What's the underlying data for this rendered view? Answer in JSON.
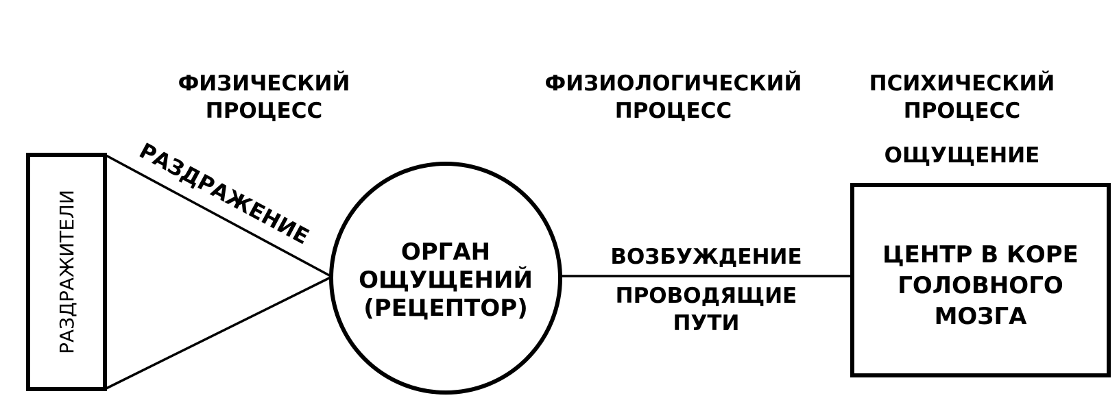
{
  "headings": {
    "physical": [
      "ФИЗИЧЕСКИЙ",
      "ПРОЦЕСС"
    ],
    "physiological": [
      "ФИЗИОЛОГИЧЕСКИЙ",
      "ПРОЦЕСС"
    ],
    "psychic": [
      "ПСИХИЧЕСКИЙ",
      "ПРОЦЕСС"
    ]
  },
  "nodes": {
    "stimuli": "РАЗДРАЖИТЕЛИ",
    "receptor": [
      "ОРГАН",
      "ОЩУЩЕНИЙ",
      "(РЕЦЕПТОР)"
    ],
    "brain_center": [
      "ЦЕНТР В КОРЕ",
      "ГОЛОВНОГО",
      "МОЗГА"
    ]
  },
  "edges": {
    "irritation": "РАЗДРАЖЕНИЕ",
    "excitation": "ВОЗБУЖДЕНИЕ",
    "pathways": [
      "ПРОВОДЯЩИЕ",
      "ПУТИ"
    ]
  },
  "sensation": "ОЩУЩЕНИЕ",
  "colors": {
    "ink": "#000000",
    "background": "#ffffff"
  }
}
